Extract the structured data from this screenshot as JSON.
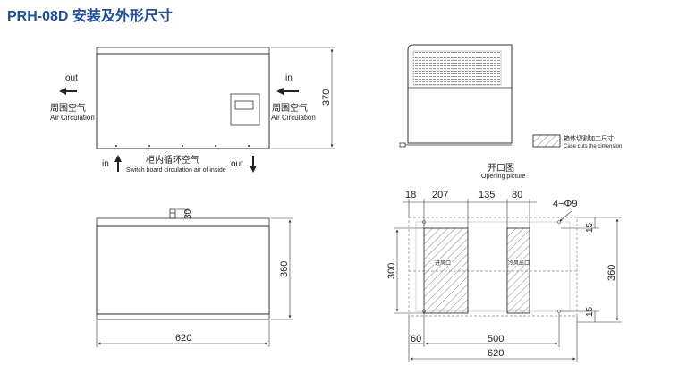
{
  "title": "PRH-08D 安装及外形尺寸",
  "front_view": {
    "left_arrow_label": "out",
    "right_arrow_label": "in",
    "left_cn": "周围空气",
    "left_en": "Air Circulation",
    "right_cn": "周围空气",
    "right_en": "Air Circulation",
    "height_dim": "370",
    "bottom_in": "in",
    "bottom_out": "out",
    "bottom_cn": "柜内循环空气",
    "bottom_en": "Switch board circulation air of inside"
  },
  "top_view": {
    "top_dim": "30",
    "height_dim": "360",
    "width_dim": "620"
  },
  "side_view": {
    "legend_cn": "箱体切割加工尺寸",
    "legend_en": "Case cuts the cimension"
  },
  "opening_view": {
    "title_cn": "开口图",
    "title_en": "Opening picture",
    "dim_18": "18",
    "dim_207": "207",
    "dim_135": "135",
    "dim_80": "80",
    "hole_label": "4−Φ9",
    "dim_15_top": "15",
    "dim_15_bottom": "15",
    "dim_300": "300",
    "dim_360": "360",
    "dim_60": "60",
    "dim_500": "500",
    "dim_620": "620",
    "left_opening_label": "进风口",
    "right_opening_label": "冷风出口"
  }
}
